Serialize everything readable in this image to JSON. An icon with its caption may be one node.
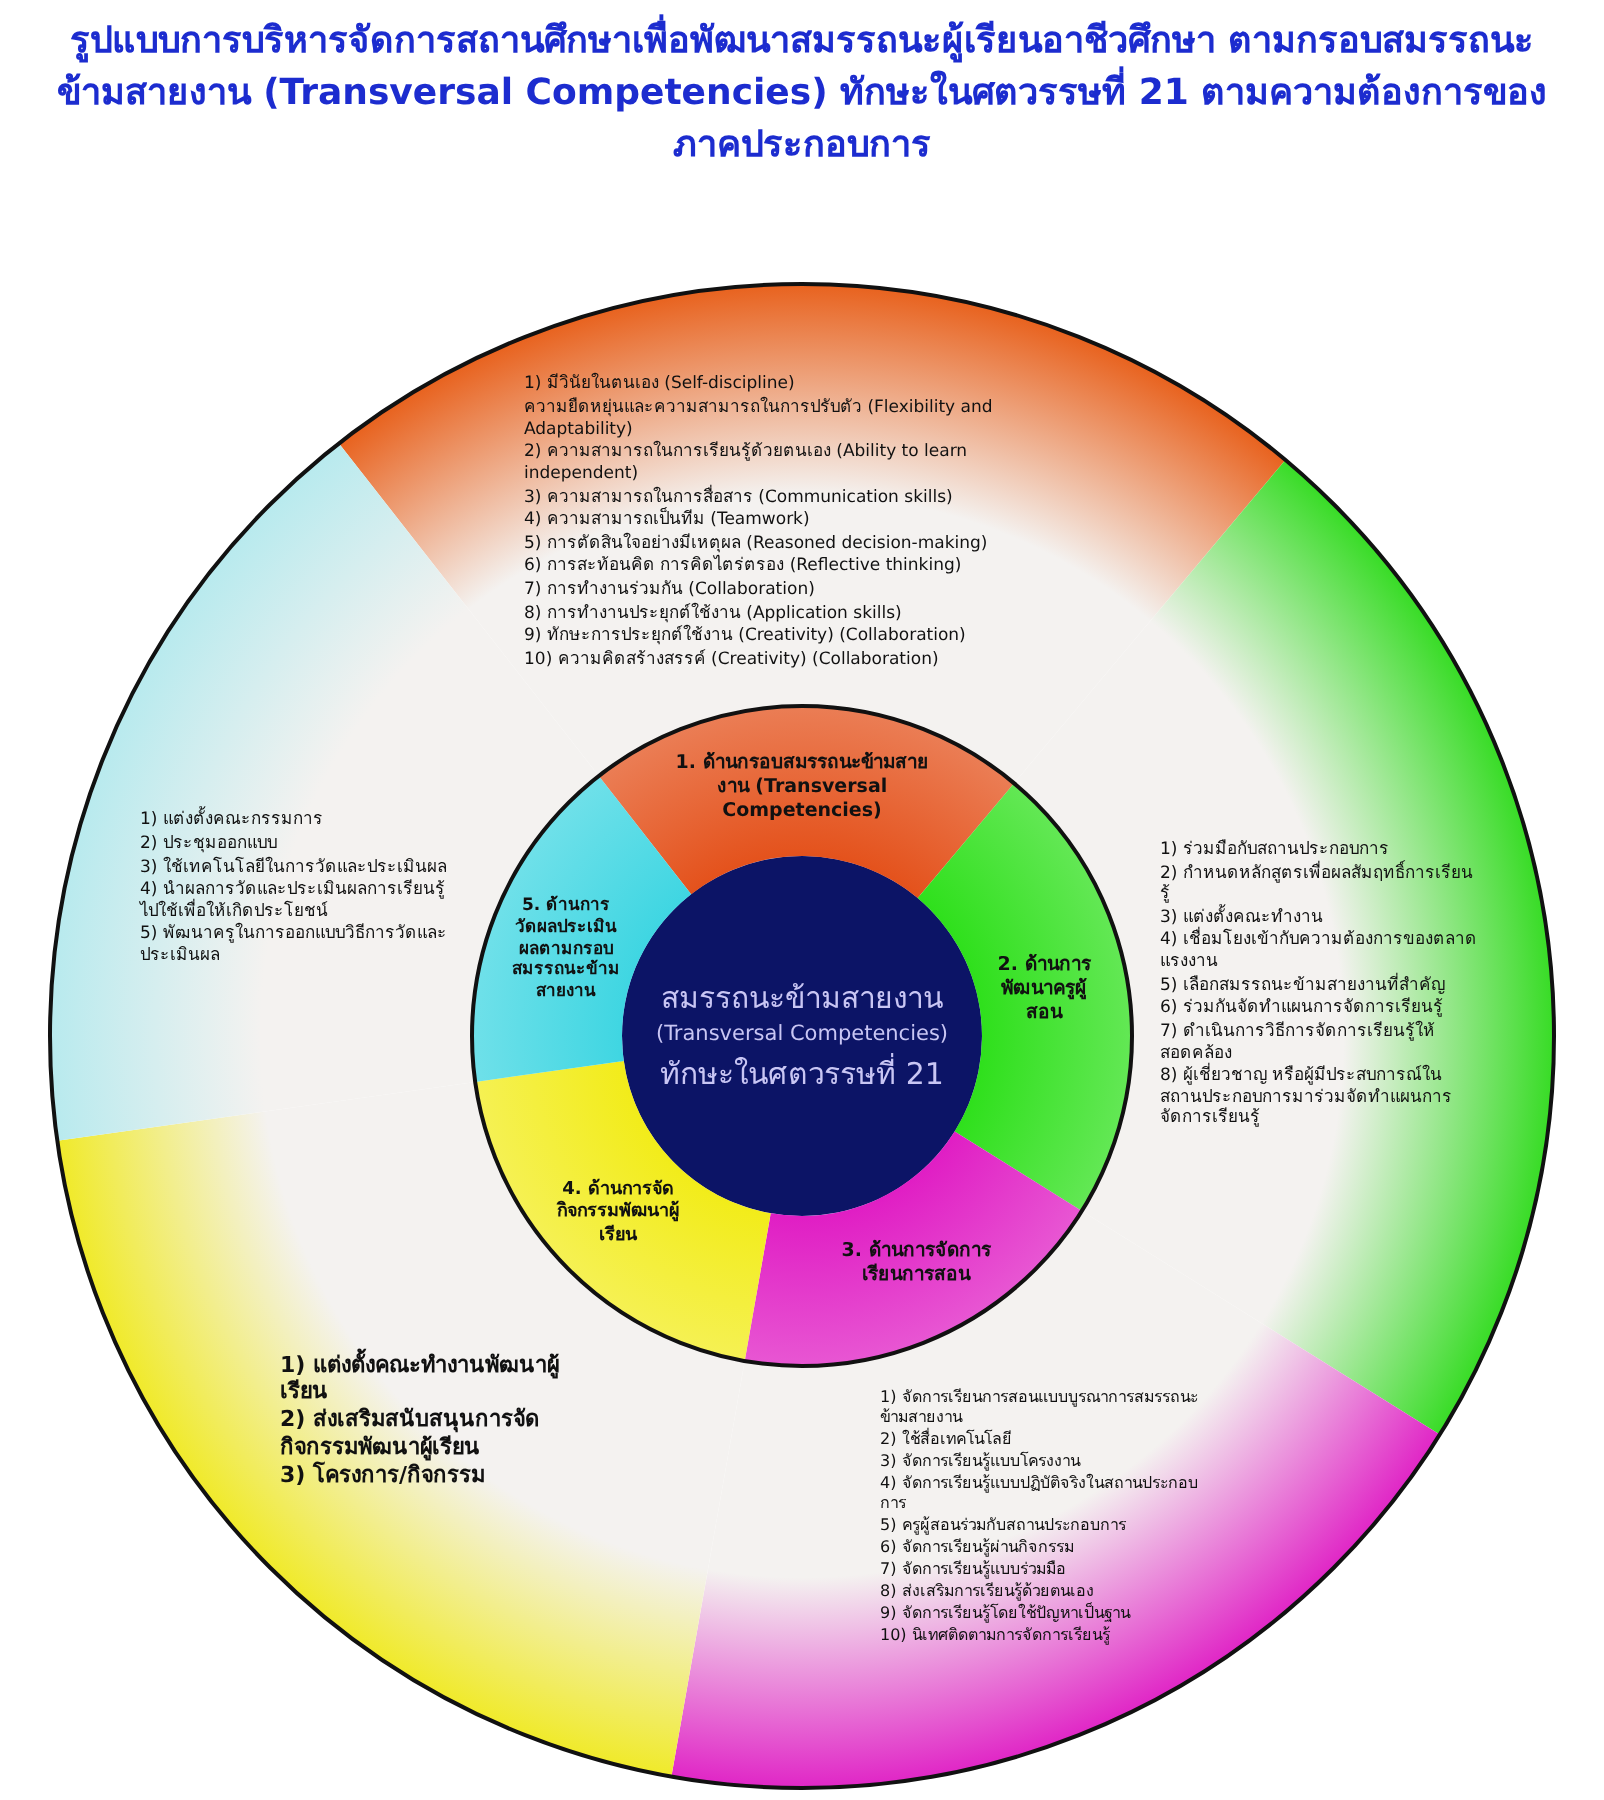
{
  "diagram": {
    "title": "รูปแบบการบริหารจัดการสถานศึกษาเพื่อพัฒนาสมรรถนะผู้เรียนอาชีวศึกษา ตามกรอบสมรรถนะข้ามสายงาน (Transversal Competencies) ทักษะในศตวรรษที่ 21 ตามความต้องการของภาคประกอบการ",
    "nodes": [
      {
        "text": [
          "สมรรถนะข้ามสายงาน",
          "(Transversal Competencies)",
          "ทักษะในศตวรรษที่ 21"
        ]
      },
      {
        "text": [
          "1. ด้านกรอบสมรรถนะข้ามสายงาน (Transversal Competencies)"
        ]
      },
      {
        "text": [
          "2. ด้านการพัฒนาครูผู้สอน"
        ]
      },
      {
        "text": [
          "3. ด้านการจัดการเรียนการสอน"
        ]
      },
      {
        "text": [
          "4. ด้านการจัดกิจกรรมพัฒนาผู้เรียน"
        ]
      },
      {
        "text": [
          "5. ด้านการวัดผลประเมินผลตามกรอบสมรรถนะข้ามสายงาน"
        ]
      },
      {
        "text": [
          "1) มีวินัยในตนเอง (Self-discipline)",
          "ความยืดหยุ่นและความสามารถในการปรับตัว (Flexibility and Adaptability)",
          "2) ความสามารถในการเรียนรู้ด้วยตนเอง (Ability to learn independent)",
          "3) ความสามารถในการสื่อสาร (Communication skills)",
          "4) ความสามารถเป็นทีม (Teamwork)",
          "5) การตัดสินใจอย่างมีเหตุผล (Reasoned decision-making)",
          "6) การสะท้อนคิด การคิดไตร่ตรอง (Reflective thinking)",
          "7) การทำงานร่วมกัน (Collaboration)",
          "8) การทำงานประยุกต์ใช้งาน (Application skills)",
          "9) ทักษะการประยุกต์ใช้งาน (Creativity) (Collaboration)",
          "10) ความคิดสร้างสรรค์ (Creativity) (Collaboration)"
        ]
      },
      {
        "text": [
          "1) ร่วมมือกับสถานประกอบการ",
          "2) กำหนดหลักสูตรเพื่อผลสัมฤทธิ์การเรียนรู้",
          "3) แต่งตั้งคณะทำงาน",
          "4) เชื่อมโยงเข้ากับความต้องการของตลาดแรงงาน",
          "5) เลือกสมรรถนะข้ามสายงานที่สำคัญ",
          "6) ร่วมกันจัดทำแผนการจัดการเรียนรู้",
          "7) ดำเนินการวิธีการจัดการเรียนรู้ให้สอดคล้อง",
          "8) ผู้เชี่ยวชาญ หรือผู้มีประสบการณ์ในสถานประกอบการมาร่วมจัดทำแผนการจัดการเรียนรู้"
        ]
      },
      {
        "text": [
          "1) จัดการเรียนการสอนแบบบูรณาการสมรรถนะข้ามสายงาน",
          "2) ใช้สื่อเทคโนโลยี",
          "3) จัดการเรียนรู้แบบโครงงาน",
          "4) จัดการเรียนรู้แบบปฏิบัติจริงในสถานประกอบการ",
          "5) ครูผู้สอนร่วมกับสถานประกอบการ",
          "6) จัดการเรียนรู้ผ่านกิจกรรม",
          "7) จัดการเรียนรู้แบบร่วมมือ",
          "8) ส่งเสริมการเรียนรู้ด้วยตนเอง",
          "9) จัดการเรียนรู้โดยใช้ปัญหาเป็นฐาน",
          "10) นิเทศติดตามการจัดการเรียนรู้"
        ]
      },
      {
        "text": [
          "1) แต่งตั้งคณะทำงานพัฒนาผู้เรียน",
          "2) ส่งเสริมสนับสนุนการจัดกิจกรรมพัฒนาผู้เรียน",
          "3) โครงการ/กิจกรรม"
        ]
      },
      {
        "text": [
          "1) แต่งตั้งคณะกรรมการ",
          "2) ประชุมออกแบบ",
          "3) ใช้เทคโนโลยีในการวัดและประเมินผล",
          "4) นำผลการวัดและประเมินผลการเรียนรู้ไปใช้เพื่อให้เกิดประโยชน์",
          "5) พัฒนาครูในการออกแบบวิธีการวัดและประเมินผล"
        ]
      }
    ]
  }
}
